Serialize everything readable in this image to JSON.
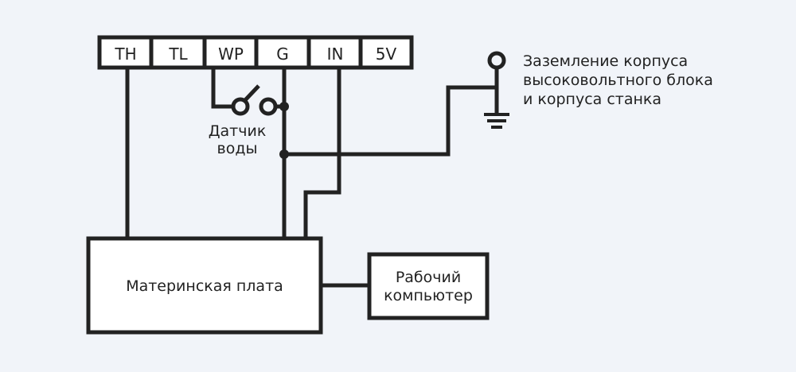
{
  "colors": {
    "background": "#f1f4f9",
    "line": "#222222",
    "box_fill": "#ffffff"
  },
  "terminals": [
    "TH",
    "TL",
    "WP",
    "G",
    "IN",
    "5V"
  ],
  "water_sensor": {
    "line1": "Датчик",
    "line2": "воды"
  },
  "ground": {
    "line1": "Заземление корпуса",
    "line2": "высоковольтного блока",
    "line3": "и корпуса станка"
  },
  "motherboard": {
    "label": "Материнская плата"
  },
  "computer": {
    "line1": "Рабочий",
    "line2": "компьютер"
  }
}
